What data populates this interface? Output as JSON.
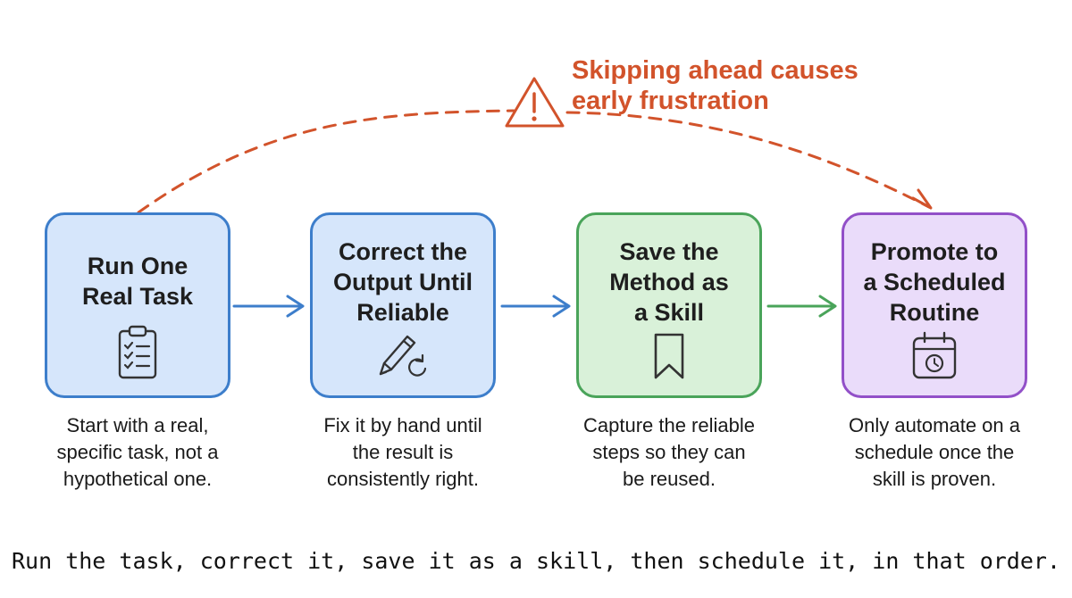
{
  "warning": {
    "text": "Skipping ahead causes\nearly frustration",
    "color": "#d2532b",
    "icon": "warning-triangle-icon"
  },
  "steps": [
    {
      "title": "Run One\nReal Task",
      "description": "Start with a real,\nspecific task, not a\nhypothetical one.",
      "icon": "clipboard-checklist-icon",
      "fill": "#d6e6fb",
      "stroke": "#3d7ecb"
    },
    {
      "title": "Correct the\nOutput Until\nReliable",
      "description": "Fix it by hand until\nthe result is\nconsistently right.",
      "icon": "pencil-refresh-icon",
      "fill": "#d6e6fb",
      "stroke": "#3d7ecb"
    },
    {
      "title": "Save the\nMethod as\na Skill",
      "description": "Capture the reliable\nsteps so they can\nbe reused.",
      "icon": "bookmark-icon",
      "fill": "#d9f1d9",
      "stroke": "#4aa45a"
    },
    {
      "title": "Promote to\na Scheduled\nRoutine",
      "description": "Only automate on a\nschedule once the\nskill is proven.",
      "icon": "calendar-clock-icon",
      "fill": "#eadcfa",
      "stroke": "#9250c8"
    }
  ],
  "arrows": [
    {
      "color": "#3d7ecb"
    },
    {
      "color": "#3d7ecb"
    },
    {
      "color": "#4aa45a"
    }
  ],
  "footer": "Run the task, correct it, save it as a skill, then schedule it, in that order."
}
